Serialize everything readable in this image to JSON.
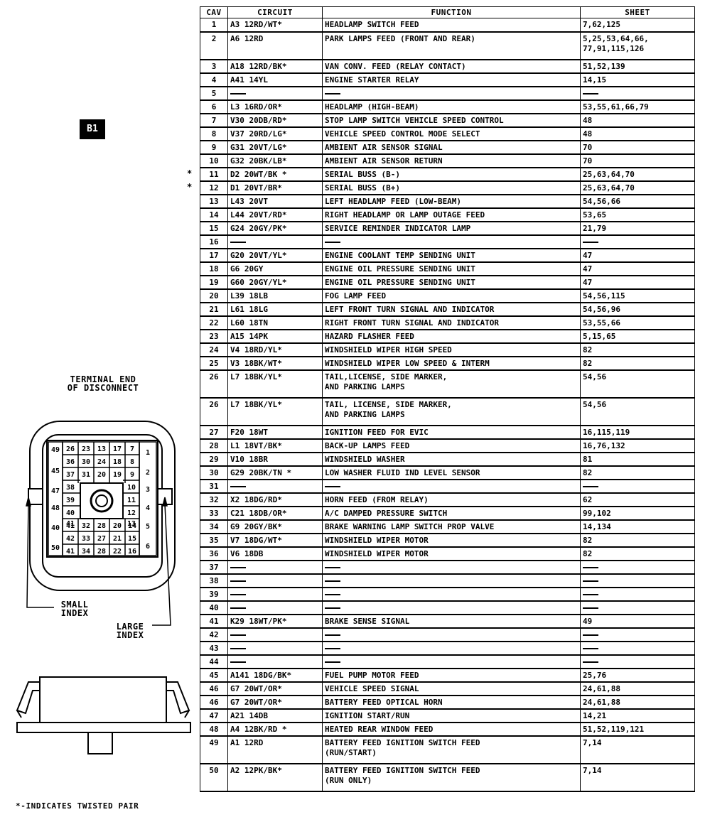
{
  "badge": "B1",
  "terminal_label": "TERMINAL END\nOF DISCONNECT",
  "small_index_label": "SMALL\nINDEX",
  "large_index_label": "LARGE\nINDEX",
  "footnote": "*-INDICATES TWISTED PAIR",
  "connector_pins": {
    "outer_left": [
      "49",
      "45",
      "47",
      "48",
      "40",
      "50"
    ],
    "outer_right": [
      "1",
      "2",
      "3",
      "4",
      "5",
      "6"
    ],
    "row1": [
      "26",
      "23",
      "13",
      "17",
      "7"
    ],
    "row2": [
      "36",
      "30",
      "24",
      "18",
      "8"
    ],
    "row3": [
      "37",
      "31",
      "20",
      "19",
      "9"
    ],
    "row4": [
      "38",
      "10"
    ],
    "row5": [
      "39",
      "11"
    ],
    "row6": [
      "40",
      "12"
    ],
    "row7": [
      "41",
      "13"
    ],
    "row8": [
      "41",
      "32",
      "28",
      "20",
      "14"
    ],
    "row9": [
      "42",
      "33",
      "27",
      "21",
      "15"
    ],
    "row10": [
      "41",
      "34",
      "28",
      "22",
      "16"
    ]
  },
  "table": {
    "headers": {
      "cav": "CAV",
      "circuit": "CIRCUIT",
      "function": "FUNCTION",
      "sheet": "SHEET"
    },
    "rows": [
      {
        "cav": "1",
        "star": false,
        "circuit": "A3 12RD/WT*",
        "function": "HEADLAMP SWITCH FEED",
        "sheet": "7,62,125",
        "h": 19
      },
      {
        "cav": "2",
        "star": false,
        "circuit": "A6 12RD",
        "function": "PARK LAMPS FEED (FRONT AND REAR)",
        "sheet": "5,25,53,64,66,\n77,91,115,126",
        "h": 39
      },
      {
        "cav": "3",
        "star": false,
        "circuit": "A18 12RD/BK*",
        "function": "VAN CONV. FEED (RELAY CONTACT)",
        "sheet": "51,52,139",
        "h": 19
      },
      {
        "cav": "4",
        "star": false,
        "circuit": "A41 14YL",
        "function": "ENGINE STARTER RELAY",
        "sheet": "14,15",
        "h": 19
      },
      {
        "cav": "5",
        "star": false,
        "circuit": "",
        "function": "",
        "sheet": "",
        "h": 19
      },
      {
        "cav": "6",
        "star": false,
        "circuit": "L3 16RD/OR*",
        "function": "HEADLAMP (HIGH-BEAM)",
        "sheet": "53,55,61,66,79",
        "h": 19
      },
      {
        "cav": "7",
        "star": false,
        "circuit": "V30 20DB/RD*",
        "function": "STOP LAMP SWITCH VEHICLE SPEED CONTROL",
        "sheet": "48",
        "h": 19
      },
      {
        "cav": "8",
        "star": false,
        "circuit": "V37 20RD/LG*",
        "function": "VEHICLE SPEED CONTROL MODE SELECT",
        "sheet": "48",
        "h": 19
      },
      {
        "cav": "9",
        "star": false,
        "circuit": "G31 20VT/LG*",
        "function": "AMBIENT AIR SENSOR SIGNAL",
        "sheet": "70",
        "h": 19
      },
      {
        "cav": "10",
        "star": false,
        "circuit": "G32 20BK/LB*",
        "function": "AMBIENT AIR SENSOR RETURN",
        "sheet": "70",
        "h": 19
      },
      {
        "cav": "11",
        "star": true,
        "circuit": "D2 20WT/BK *",
        "function": "SERIAL BUSS (B-)",
        "sheet": "25,63,64,70",
        "h": 19
      },
      {
        "cav": "12",
        "star": true,
        "circuit": "D1 20VT/BR*",
        "function": "SERIAL BUSS (B+)",
        "sheet": "25,63,64,70",
        "h": 19
      },
      {
        "cav": "13",
        "star": false,
        "circuit": "L43 20VT",
        "function": "LEFT HEADLAMP FEED (LOW-BEAM)",
        "sheet": "54,56,66",
        "h": 19
      },
      {
        "cav": "14",
        "star": false,
        "circuit": "L44 20VT/RD*",
        "function": "RIGHT HEADLAMP OR LAMP OUTAGE FEED",
        "sheet": "53,65",
        "h": 19
      },
      {
        "cav": "15",
        "star": false,
        "circuit": "G24 20GY/PK*",
        "function": "SERVICE REMINDER INDICATOR LAMP",
        "sheet": "21,79",
        "h": 19
      },
      {
        "cav": "16",
        "star": false,
        "circuit": "",
        "function": "",
        "sheet": "",
        "h": 19
      },
      {
        "cav": "17",
        "star": false,
        "circuit": "G20 20VT/YL*",
        "function": "ENGINE COOLANT TEMP SENDING UNIT",
        "sheet": "47",
        "h": 19
      },
      {
        "cav": "18",
        "star": false,
        "circuit": "G6 20GY",
        "function": "ENGINE OIL PRESSURE SENDING UNIT",
        "sheet": "47",
        "h": 19
      },
      {
        "cav": "19",
        "star": false,
        "circuit": "G60 20GY/YL*",
        "function": "ENGINE OIL PRESSURE SENDING UNIT",
        "sheet": "47",
        "h": 19
      },
      {
        "cav": "20",
        "star": false,
        "circuit": "L39 18LB",
        "function": "FOG LAMP FEED",
        "sheet": "54,56,115",
        "h": 19
      },
      {
        "cav": "21",
        "star": false,
        "circuit": "L61 18LG",
        "function": "LEFT FRONT TURN SIGNAL AND INDICATOR",
        "sheet": "54,56,96",
        "h": 19
      },
      {
        "cav": "22",
        "star": false,
        "circuit": "L60 18TN",
        "function": "RIGHT FRONT TURN SIGNAL AND INDICATOR",
        "sheet": "53,55,66",
        "h": 19
      },
      {
        "cav": "23",
        "star": false,
        "circuit": "A15 14PK",
        "function": "HAZARD FLASHER FEED",
        "sheet": "5,15,65",
        "h": 19
      },
      {
        "cav": "24",
        "star": false,
        "circuit": "V4 18RD/YL*",
        "function": "WINDSHIELD WIPER HIGH SPEED",
        "sheet": "82",
        "h": 19
      },
      {
        "cav": "25",
        "star": false,
        "circuit": "V3 18BK/WT*",
        "function": "WINDSHIELD WIPER LOW SPEED & INTERM",
        "sheet": "82",
        "h": 19
      },
      {
        "cav": "26",
        "star": false,
        "circuit": "L7 18BK/YL*",
        "function": "TAIL,LICENSE, SIDE MARKER,\nAND PARKING LAMPS",
        "sheet": "54,56",
        "h": 39
      },
      {
        "cav": "26",
        "star": false,
        "circuit": "L7 18BK/YL*",
        "function": "TAIL, LICENSE, SIDE MARKER,\nAND PARKING LAMPS",
        "sheet": "54,56",
        "h": 39
      },
      {
        "cav": "27",
        "star": false,
        "circuit": "F20 18WT",
        "function": "IGNITION FEED FOR EVIC",
        "sheet": "16,115,119",
        "h": 19
      },
      {
        "cav": "28",
        "star": false,
        "circuit": "L1 18VT/BK*",
        "function": "BACK-UP LAMPS FEED",
        "sheet": "16,76,132",
        "h": 19
      },
      {
        "cav": "29",
        "star": false,
        "circuit": "V10 18BR",
        "function": "WINDSHIELD WASHER",
        "sheet": "81",
        "h": 19
      },
      {
        "cav": "30",
        "star": false,
        "circuit": "G29 20BK/TN *",
        "function": "LOW WASHER FLUID IND LEVEL SENSOR",
        "sheet": "82",
        "h": 19
      },
      {
        "cav": "31",
        "star": false,
        "circuit": "",
        "function": "",
        "sheet": "",
        "h": 19
      },
      {
        "cav": "32",
        "star": false,
        "circuit": "X2 18DG/RD*",
        "function": "HORN FEED (FROM RELAY)",
        "sheet": "62",
        "h": 19
      },
      {
        "cav": "33",
        "star": false,
        "circuit": "C21 18DB/OR*",
        "function": "A/C DAMPED PRESSURE SWITCH",
        "sheet": "99,102",
        "h": 19
      },
      {
        "cav": "34",
        "star": false,
        "circuit": "G9 20GY/BK*",
        "function": "BRAKE WARNING LAMP SWITCH PROP VALVE",
        "sheet": "14,134",
        "h": 19
      },
      {
        "cav": "35",
        "star": false,
        "circuit": "V7 18DG/WT*",
        "function": "WINDSHIELD WIPER MOTOR",
        "sheet": "82",
        "h": 19
      },
      {
        "cav": "36",
        "star": false,
        "circuit": "V6 18DB",
        "function": "WINDSHIELD WIPER MOTOR",
        "sheet": "82",
        "h": 19
      },
      {
        "cav": "37",
        "star": false,
        "circuit": "",
        "function": "",
        "sheet": "",
        "h": 19
      },
      {
        "cav": "38",
        "star": false,
        "circuit": "",
        "function": "",
        "sheet": "",
        "h": 19
      },
      {
        "cav": "39",
        "star": false,
        "circuit": "",
        "function": "",
        "sheet": "",
        "h": 19
      },
      {
        "cav": "40",
        "star": false,
        "circuit": "",
        "function": "",
        "sheet": "",
        "h": 19
      },
      {
        "cav": "41",
        "star": false,
        "circuit": "K29 18WT/PK*",
        "function": "BRAKE SENSE SIGNAL",
        "sheet": "49",
        "h": 19
      },
      {
        "cav": "42",
        "star": false,
        "circuit": "",
        "function": "",
        "sheet": "",
        "h": 19
      },
      {
        "cav": "43",
        "star": false,
        "circuit": "",
        "function": "",
        "sheet": "",
        "h": 19
      },
      {
        "cav": "44",
        "star": false,
        "circuit": "",
        "function": "",
        "sheet": "",
        "h": 19
      },
      {
        "cav": "45",
        "star": false,
        "circuit": "A141 18DG/BK*",
        "function": "FUEL PUMP MOTOR FEED",
        "sheet": "25,76",
        "h": 19
      },
      {
        "cav": "46",
        "star": false,
        "circuit": "G7 20WT/OR*",
        "function": "VEHICLE SPEED SIGNAL",
        "sheet": "24,61,88",
        "h": 19
      },
      {
        "cav": "46",
        "star": false,
        "circuit": "G7 20WT/OR*",
        "function": "BATTERY FEED OPTICAL HORN",
        "sheet": "24,61,88",
        "h": 19
      },
      {
        "cav": "47",
        "star": false,
        "circuit": "A21 14DB",
        "function": "IGNITION START/RUN",
        "sheet": "14,21",
        "h": 19
      },
      {
        "cav": "48",
        "star": false,
        "circuit": "A4 12BK/RD *",
        "function": "HEATED REAR WINDOW FEED",
        "sheet": "51,52,119,121",
        "h": 19
      },
      {
        "cav": "49",
        "star": false,
        "circuit": "A1 12RD",
        "function": "BATTERY FEED IGNITION SWITCH FEED\n(RUN/START)",
        "sheet": "7,14",
        "h": 39
      },
      {
        "cav": "50",
        "star": false,
        "circuit": "A2 12PK/BK*",
        "function": "BATTERY FEED IGNITION SWITCH FEED\n(RUN ONLY)",
        "sheet": "7,14",
        "h": 39
      }
    ]
  }
}
